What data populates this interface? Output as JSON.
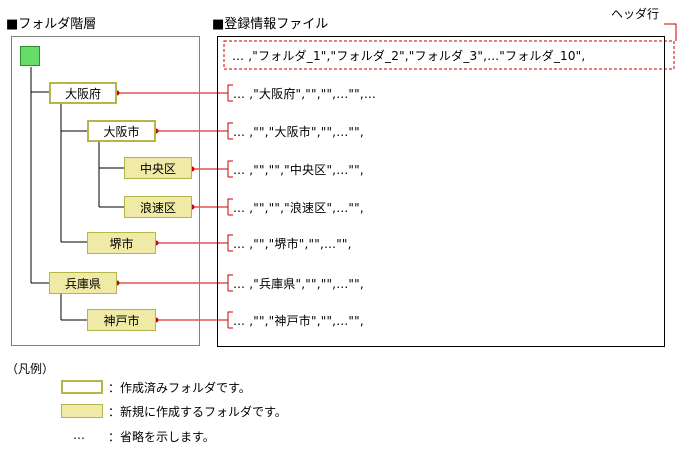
{
  "left_panel": {
    "title": "■フォルダ階層"
  },
  "right_panel": {
    "title": "■登録情報ファイル"
  },
  "header_label": "ヘッダ行",
  "header_row": "… ,\"フォルダ_1\",\"フォルダ_2\",\"フォルダ_3\",…\"フォルダ_10\",",
  "folders": {
    "osaka_fu": "大阪府",
    "osaka_shi": "大阪市",
    "chuo_ku": "中央区",
    "naniwa_ku": "浪速区",
    "sakai_shi": "堺市",
    "hyogo_ken": "兵庫県",
    "kobe_shi": "神戸市"
  },
  "rows": {
    "osaka_fu": "… ,\"大阪府\",\"\",\"\",…\"\",…",
    "osaka_shi": "… ,\"\",\"大阪市\",\"\",…\"\",",
    "chuo_ku": "… ,\"\",\"\",\"中央区\",…\"\",",
    "naniwa_ku": "… ,\"\",\"\",\"浪速区\",…\"\",",
    "sakai_shi": "… ,\"\",\"堺市\",\"\",…\"\",",
    "hyogo_ken": "… ,\"兵庫県\",\"\",\"\",…\"\",",
    "kobe_shi": "… ,\"\",\"神戸市\",\"\",…\"\","
  },
  "legend": {
    "title": "（凡例）",
    "existing": "：作成済みフォルダです。",
    "new": "：新規に作成するフォルダです。",
    "ellipsis_symbol": "…",
    "ellipsis": "：省略を示します。"
  },
  "colors": {
    "root": "#66dd66",
    "existing_border": "#b5b54a",
    "new_fill": "#efeba7",
    "connector": "#cc0000"
  }
}
